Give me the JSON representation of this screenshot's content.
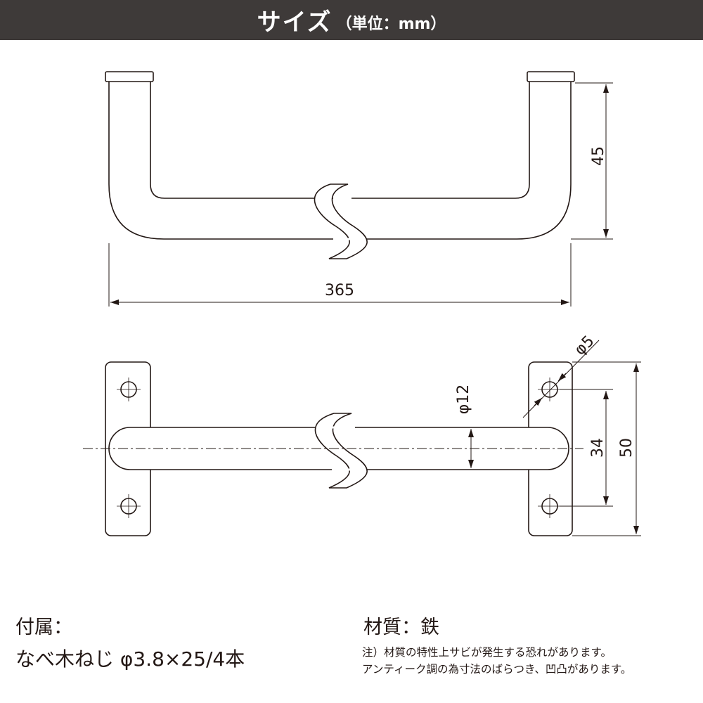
{
  "header": {
    "title": "サイズ",
    "unit": "（単位：mm）"
  },
  "side_view": {
    "height_dim": "45",
    "length_dim": "365"
  },
  "top_view": {
    "hole_dim": "φ5",
    "bar_dim": "φ12",
    "hole_pitch_dim": "34",
    "plate_height_dim": "50"
  },
  "accessories": {
    "label": "付属：",
    "value": "なべ木ねじ φ3.8×25/4本"
  },
  "material": {
    "label": "材質：鉄",
    "note1": "注）材質の特性上サビが発生する恐れがあります。",
    "note2": "アンティーク調の為寸法のばらつき、凹凸があります。"
  },
  "colors": {
    "header_bg": "#3e3a39",
    "header_text": "#ffffff",
    "line": "#231815"
  }
}
